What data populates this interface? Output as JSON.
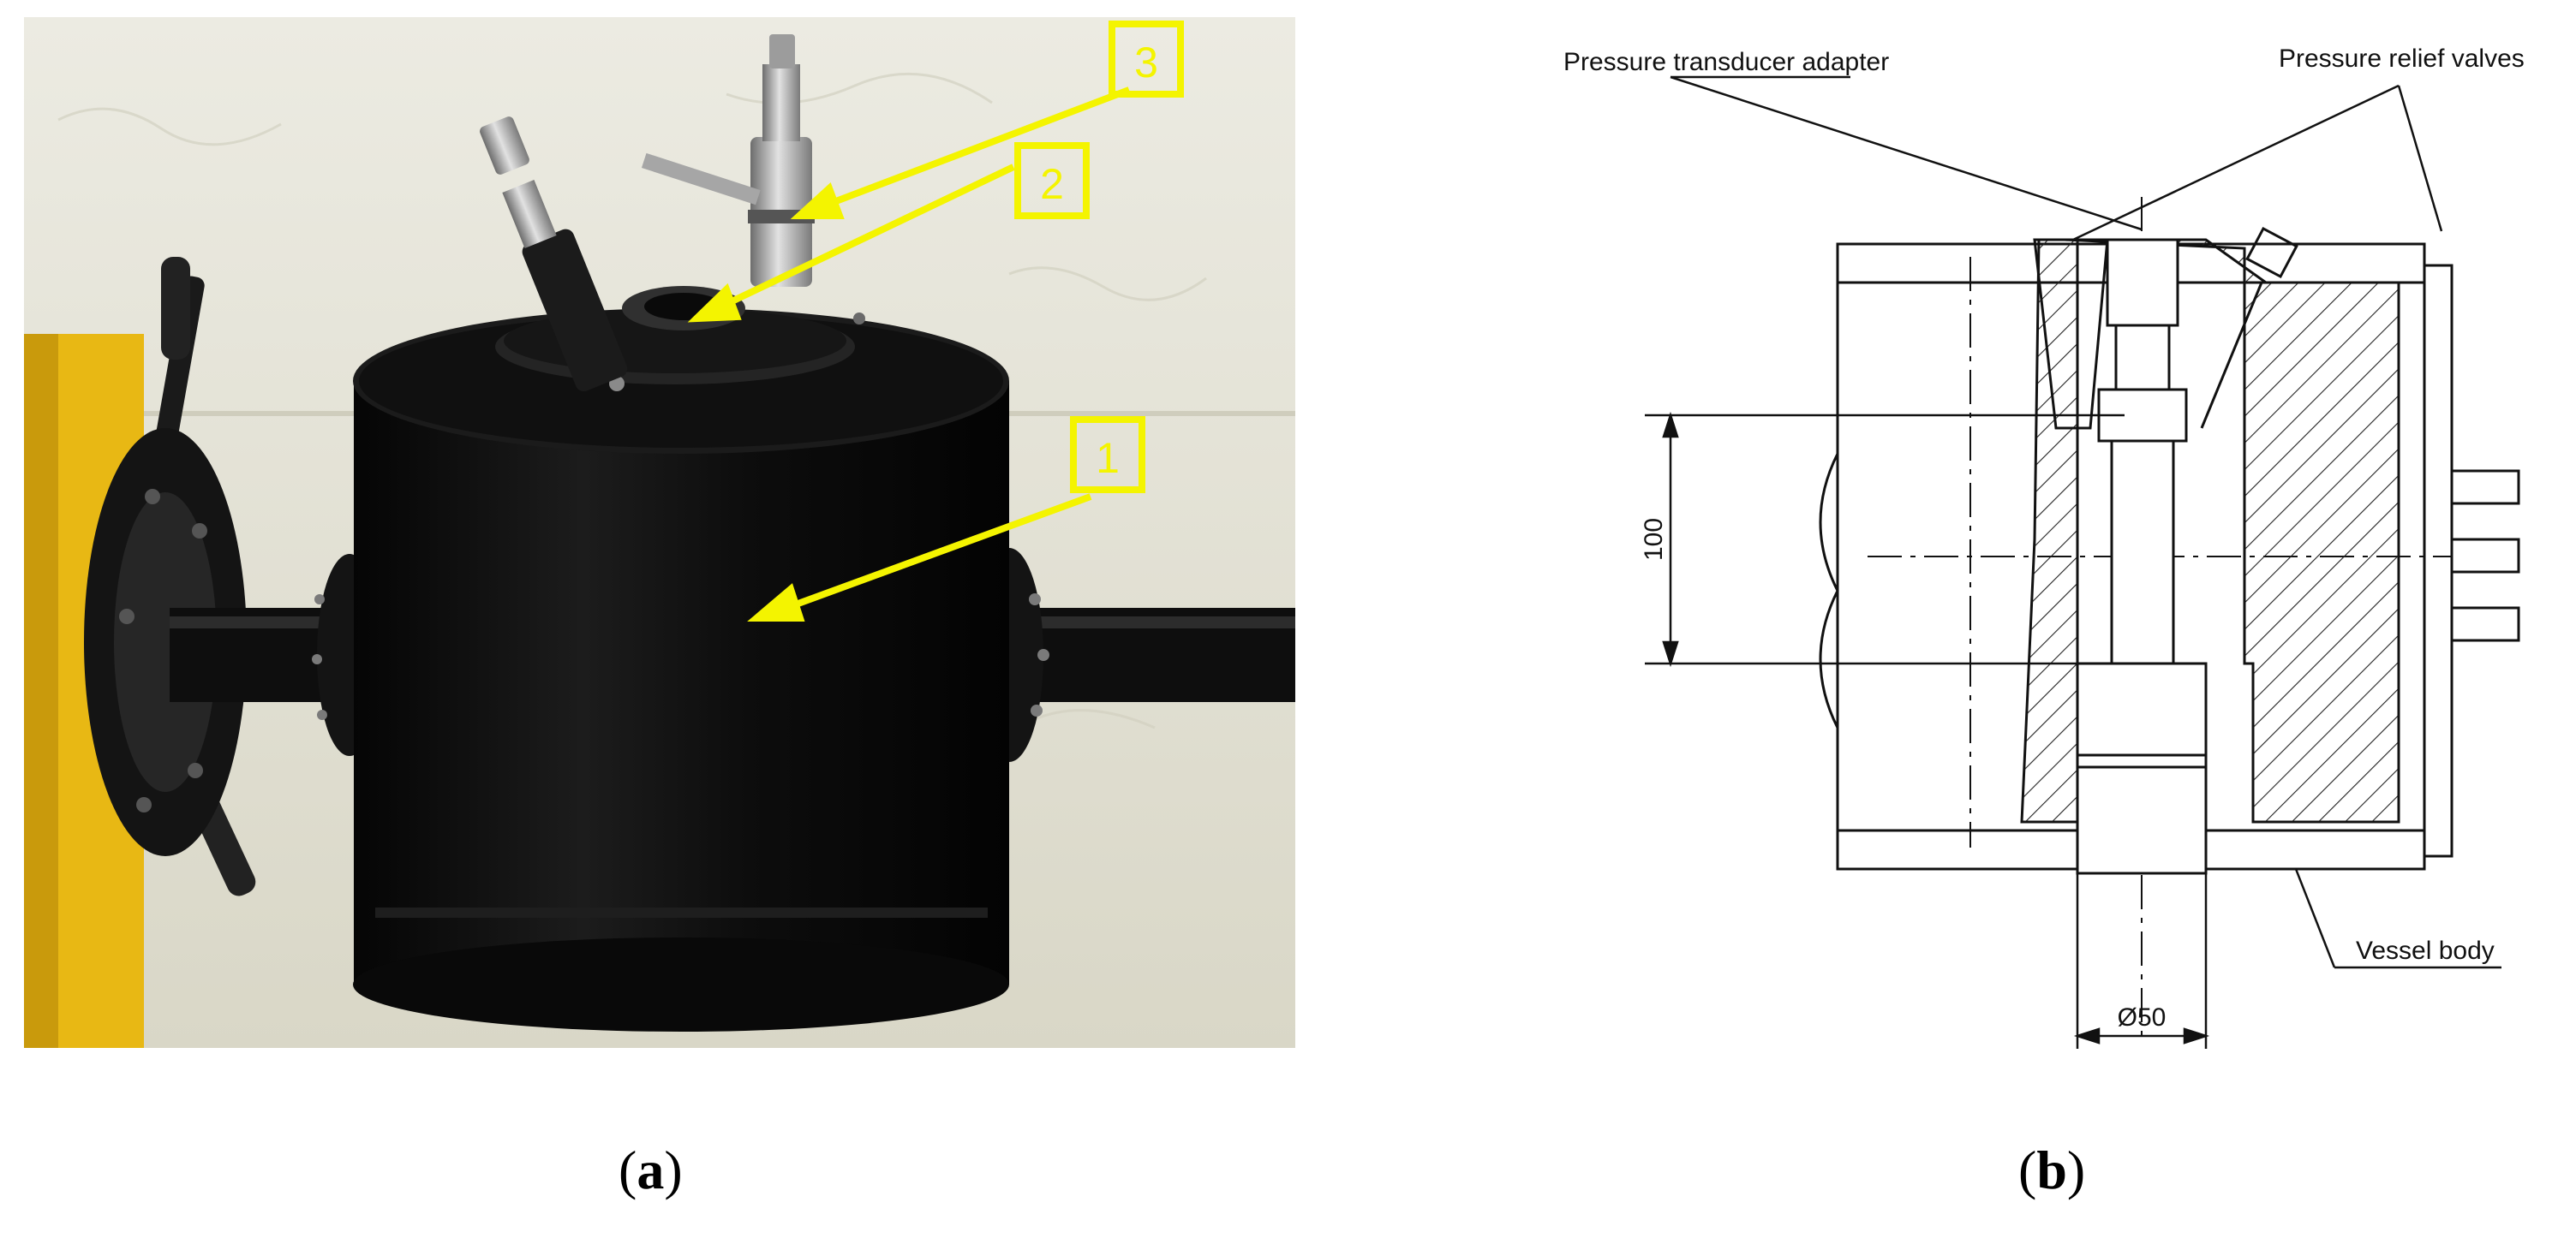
{
  "panel_a": {
    "callouts": [
      {
        "number": "1"
      },
      {
        "number": "2"
      },
      {
        "number": "3"
      }
    ],
    "caption": {
      "open": "(",
      "letter": "a",
      "close": ")"
    },
    "colors": {
      "callout": "#f4f400",
      "wall": "#e6e4d8",
      "vessel": "#111111",
      "yellow_machine": "#e8b814"
    }
  },
  "panel_b": {
    "labels": {
      "transducer_adapter": "Pressure transducer adapter",
      "relief_valves": "Pressure relief valves",
      "vessel_body": "Vessel body",
      "dim_height": "100",
      "dim_diameter": "Ø50"
    },
    "caption": {
      "open": "(",
      "letter": "b",
      "close": ")"
    }
  }
}
